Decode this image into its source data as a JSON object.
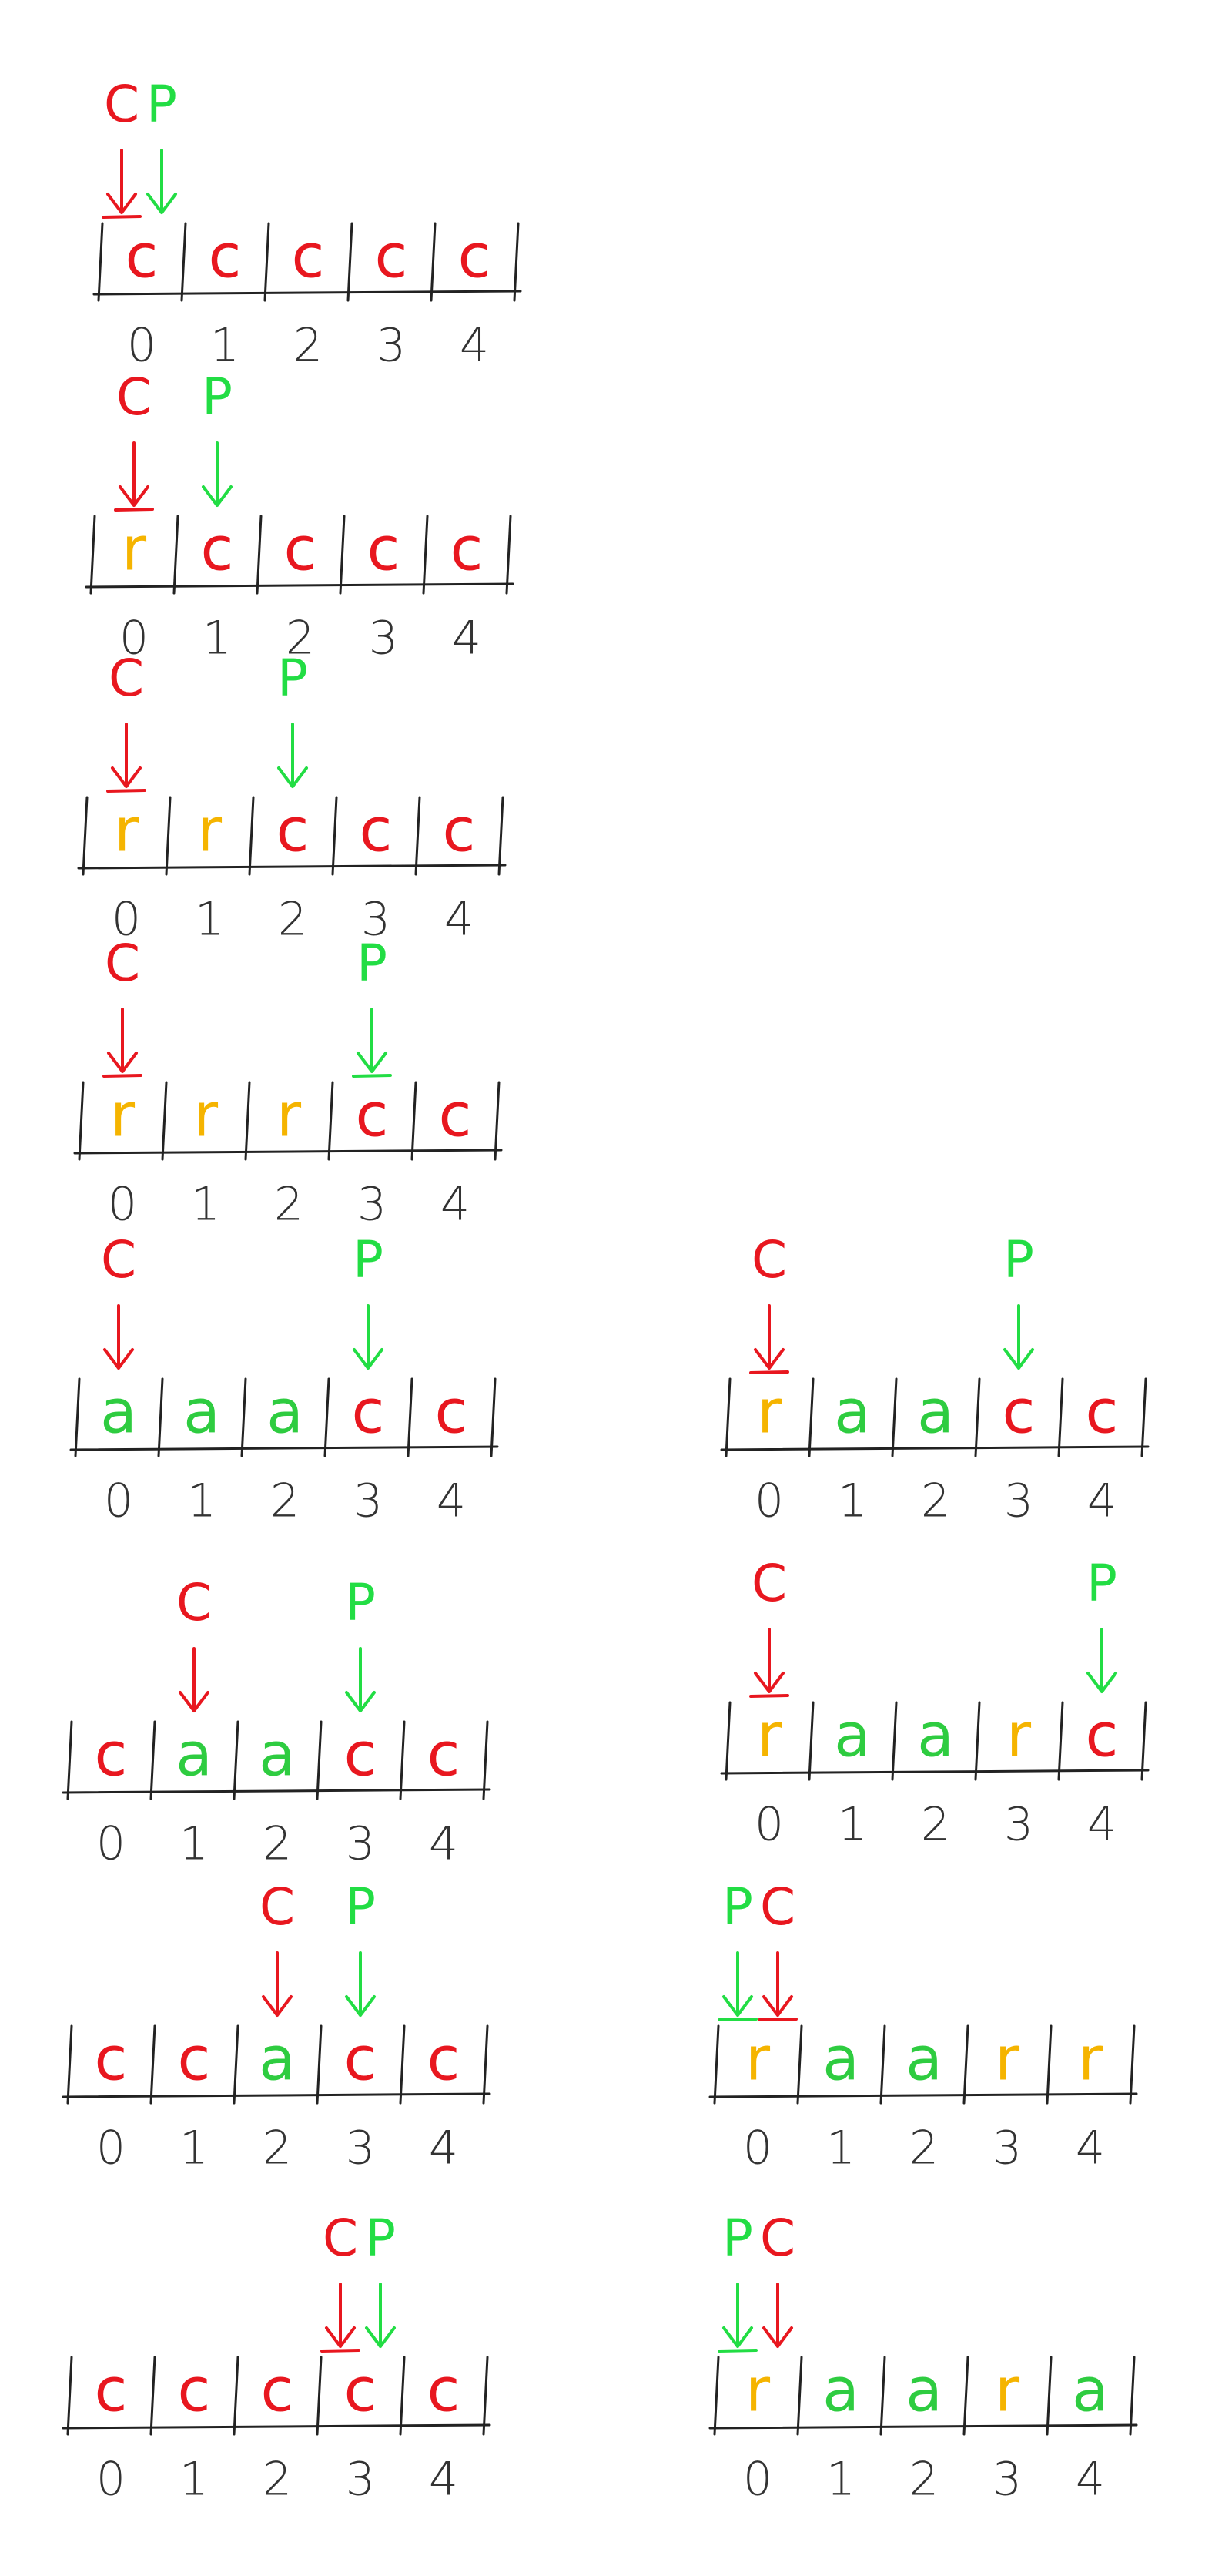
{
  "colors": {
    "c": "#e8171f",
    "r": "#f5b400",
    "a": "#2ecc40",
    "pointer_c": "#e8171f",
    "pointer_p": "#22dd44",
    "outline": "#222222",
    "index": "#333333"
  },
  "diagrams": [
    {
      "cells": [
        "c",
        "c",
        "c",
        "c",
        "c"
      ],
      "indices": [
        "0",
        "1",
        "2",
        "3",
        "4"
      ],
      "pointers": [
        {
          "label": "C",
          "kind": "c",
          "cell": 0,
          "shift": "left",
          "underline": true
        },
        {
          "label": "P",
          "kind": "p",
          "cell": 0,
          "shift": "right",
          "underline": false
        }
      ]
    },
    {
      "cells": [
        "r",
        "c",
        "c",
        "c",
        "c"
      ],
      "indices": [
        "0",
        "1",
        "2",
        "3",
        "4"
      ],
      "pointers": [
        {
          "label": "C",
          "kind": "c",
          "cell": 0,
          "shift": "center",
          "underline": true
        },
        {
          "label": "P",
          "kind": "p",
          "cell": 1,
          "shift": "center",
          "underline": false
        }
      ]
    },
    {
      "cells": [
        "r",
        "r",
        "c",
        "c",
        "c"
      ],
      "indices": [
        "0",
        "1",
        "2",
        "3",
        "4"
      ],
      "pointers": [
        {
          "label": "C",
          "kind": "c",
          "cell": 0,
          "shift": "center",
          "underline": true
        },
        {
          "label": "P",
          "kind": "p",
          "cell": 2,
          "shift": "center",
          "underline": false
        }
      ]
    },
    {
      "cells": [
        "r",
        "r",
        "r",
        "c",
        "c"
      ],
      "indices": [
        "0",
        "1",
        "2",
        "3",
        "4"
      ],
      "pointers": [
        {
          "label": "C",
          "kind": "c",
          "cell": 0,
          "shift": "center",
          "underline": true
        },
        {
          "label": "P",
          "kind": "p",
          "cell": 3,
          "shift": "center",
          "underline": true
        }
      ]
    },
    {
      "cells": [
        "a",
        "a",
        "a",
        "c",
        "c"
      ],
      "indices": [
        "0",
        "1",
        "2",
        "3",
        "4"
      ],
      "pointers": [
        {
          "label": "C",
          "kind": "c",
          "cell": 0,
          "shift": "center",
          "underline": false
        },
        {
          "label": "P",
          "kind": "p",
          "cell": 3,
          "shift": "center",
          "underline": false
        }
      ]
    },
    {
      "cells": [
        "r",
        "a",
        "a",
        "c",
        "c"
      ],
      "indices": [
        "0",
        "1",
        "2",
        "3",
        "4"
      ],
      "pointers": [
        {
          "label": "C",
          "kind": "c",
          "cell": 0,
          "shift": "center",
          "underline": true
        },
        {
          "label": "P",
          "kind": "p",
          "cell": 3,
          "shift": "center",
          "underline": false
        }
      ]
    },
    {
      "cells": [
        "c",
        "a",
        "a",
        "c",
        "c"
      ],
      "indices": [
        "0",
        "1",
        "2",
        "3",
        "4"
      ],
      "pointers": [
        {
          "label": "C",
          "kind": "c",
          "cell": 1,
          "shift": "center",
          "underline": false
        },
        {
          "label": "P",
          "kind": "p",
          "cell": 3,
          "shift": "center",
          "underline": false
        }
      ]
    },
    {
      "cells": [
        "r",
        "a",
        "a",
        "r",
        "c"
      ],
      "indices": [
        "0",
        "1",
        "2",
        "3",
        "4"
      ],
      "pointers": [
        {
          "label": "C",
          "kind": "c",
          "cell": 0,
          "shift": "center",
          "underline": true
        },
        {
          "label": "P",
          "kind": "p",
          "cell": 4,
          "shift": "center",
          "underline": false
        }
      ]
    },
    {
      "cells": [
        "c",
        "c",
        "a",
        "c",
        "c"
      ],
      "indices": [
        "0",
        "1",
        "2",
        "3",
        "4"
      ],
      "pointers": [
        {
          "label": "C",
          "kind": "c",
          "cell": 2,
          "shift": "center",
          "underline": false
        },
        {
          "label": "P",
          "kind": "p",
          "cell": 3,
          "shift": "center",
          "underline": false
        }
      ]
    },
    {
      "cells": [
        "r",
        "a",
        "a",
        "r",
        "r"
      ],
      "indices": [
        "0",
        "1",
        "2",
        "3",
        "4"
      ],
      "pointers": [
        {
          "label": "P",
          "kind": "p",
          "cell": 0,
          "shift": "left",
          "underline": true
        },
        {
          "label": "C",
          "kind": "c",
          "cell": 0,
          "shift": "right",
          "underline": true
        }
      ]
    },
    {
      "cells": [
        "c",
        "c",
        "c",
        "c",
        "c"
      ],
      "indices": [
        "0",
        "1",
        "2",
        "3",
        "4"
      ],
      "pointers": [
        {
          "label": "C",
          "kind": "c",
          "cell": 3,
          "shift": "left",
          "underline": true
        },
        {
          "label": "P",
          "kind": "p",
          "cell": 3,
          "shift": "right",
          "underline": false
        }
      ]
    },
    {
      "cells": [
        "r",
        "a",
        "a",
        "r",
        "a"
      ],
      "indices": [
        "0",
        "1",
        "2",
        "3",
        "4"
      ],
      "pointers": [
        {
          "label": "P",
          "kind": "p",
          "cell": 0,
          "shift": "left",
          "underline": true
        },
        {
          "label": "C",
          "kind": "c",
          "cell": 0,
          "shift": "right",
          "underline": false
        }
      ]
    }
  ]
}
